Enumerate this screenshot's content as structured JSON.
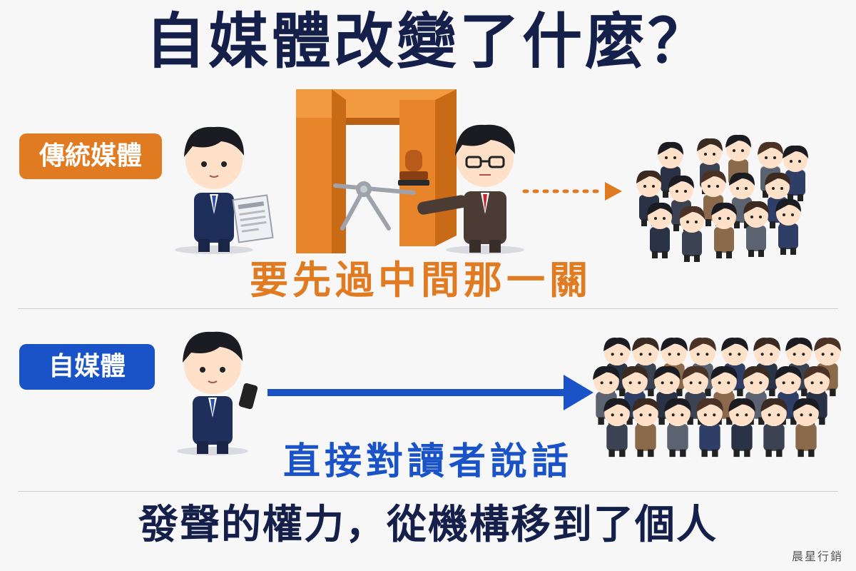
{
  "title": "自媒體改變了什麼？",
  "traditional": {
    "badge": "傳統媒體",
    "caption": "要先過中間那一關"
  },
  "self_media": {
    "badge": "自媒體",
    "caption": "直接對讀者說話"
  },
  "conclusion": "發聲的權力，從機構移到了個人",
  "watermark": "晨星行銷",
  "colors": {
    "navy": "#14204a",
    "orange": "#e07b22",
    "blue": "#1a52c8"
  },
  "icons": [
    "person-reading-newspaper",
    "gatekeeper-with-stamp",
    "turnstile-gate",
    "audience-crowd",
    "person-with-phone"
  ]
}
